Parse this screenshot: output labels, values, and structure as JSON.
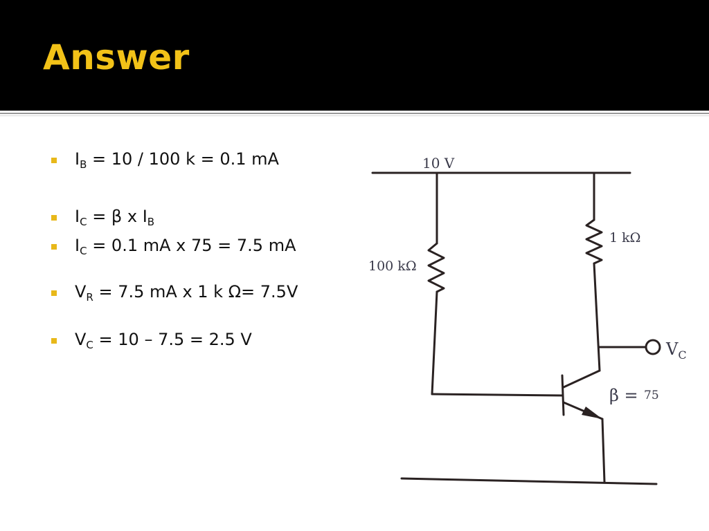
{
  "slide": {
    "title": "Answer"
  },
  "bullets": [
    {
      "pre": "I",
      "sub": "B",
      "post": " = 10 / 100 k = 0.1 mA"
    },
    {
      "pre": "I",
      "sub": "C",
      "post": " = β x  I",
      "sub2": "B"
    },
    {
      "pre": "I",
      "sub": "C",
      "post": " = 0.1 mA x 75 = 7.5 mA"
    },
    {
      "pre": "V",
      "sub": "R",
      "post": " = 7.5 mA x 1 k Ω= 7.5V"
    },
    {
      "pre": "V",
      "sub": "C",
      "post": " = 10 – 7.5 = 2.5 V"
    }
  ],
  "circuit": {
    "supply_label": "10 V",
    "rb_label": "100 kΩ",
    "rc_label": "1 kΩ",
    "output_label": "V",
    "output_sub": "C",
    "beta_label": "β =",
    "beta_value": "75"
  },
  "colors": {
    "header_bg": "#000000",
    "title": "#f2c218",
    "bullet_marker": "#e8b81a"
  }
}
